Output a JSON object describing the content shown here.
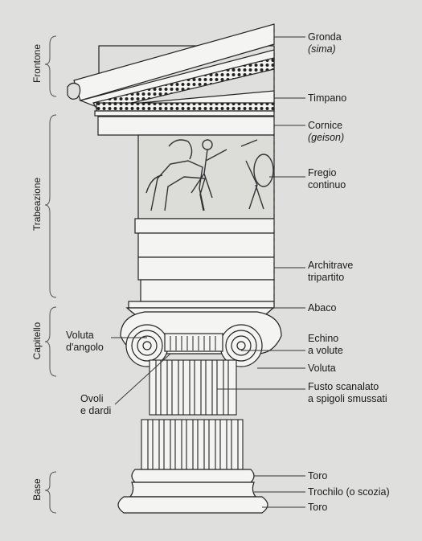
{
  "sections": {
    "frontone": "Frontone",
    "trabeazione": "Trabeazione",
    "capitello": "Capitello",
    "base": "Base"
  },
  "labels": {
    "gronda_1": "Gronda",
    "gronda_2": "(sima)",
    "timpano": "Timpano",
    "cornice_1": "Cornice",
    "cornice_2": "(geison)",
    "fregio_1": "Fregio",
    "fregio_2": "continuo",
    "architrave_1": "Architrave",
    "architrave_2": "tripartito",
    "abaco": "Abaco",
    "echino_1": "Echino",
    "echino_2": "a volute",
    "voluta": "Voluta",
    "fusto_1": "Fusto scanalato",
    "fusto_2": "a spigoli smussati",
    "toro_top": "Toro",
    "trochilo": "Trochilo (o scozia)",
    "toro_bottom": "Toro",
    "voluta_angolo_1": "Voluta",
    "voluta_angolo_2": "d'angolo",
    "ovoli_1": "Ovoli",
    "ovoli_2": "e dardi"
  },
  "colors": {
    "background": "#dfdfdd",
    "stone": "#f4f4f2",
    "ink": "#1a1a1a"
  }
}
